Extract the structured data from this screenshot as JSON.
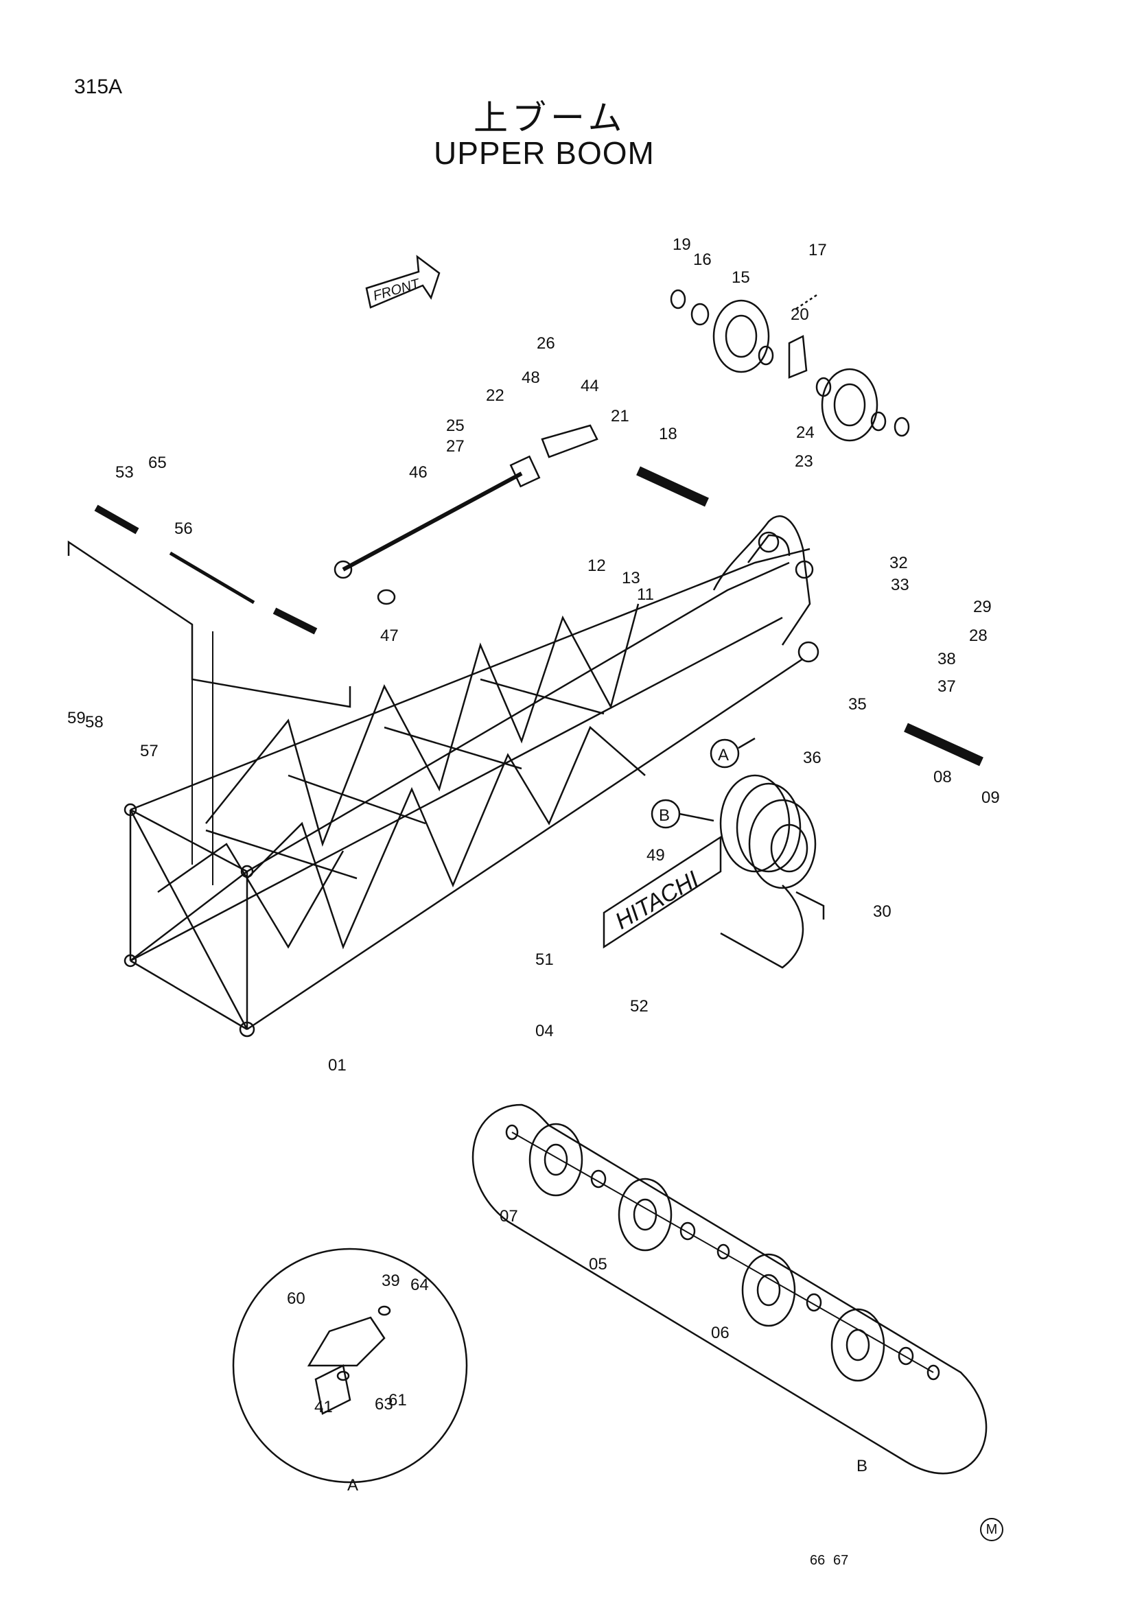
{
  "page": {
    "code": "315A",
    "title_jp": "上ブーム",
    "title_en": "UPPER BOOM",
    "mark": "M"
  },
  "front_label": "FRONT",
  "brand_plate": "HITACHI",
  "callouts": [
    "A",
    "B"
  ],
  "detail_a_label": "A",
  "detail_b_label": "B",
  "part_numbers": [
    "01",
    "04",
    "05",
    "06",
    "07",
    "08",
    "09",
    "11",
    "12",
    "13",
    "15",
    "16",
    "17",
    "18",
    "19",
    "20",
    "21",
    "22",
    "23",
    "24",
    "25",
    "26",
    "27",
    "28",
    "29",
    "30",
    "32",
    "33",
    "35",
    "36",
    "37",
    "38",
    "39",
    "41",
    "44",
    "46",
    "47",
    "48",
    "49",
    "51",
    "52",
    "53",
    "56",
    "57",
    "58",
    "59",
    "60",
    "61",
    "63",
    "64",
    "65",
    "66",
    "67"
  ],
  "colors": {
    "line": "#111111",
    "background": "#ffffff"
  }
}
